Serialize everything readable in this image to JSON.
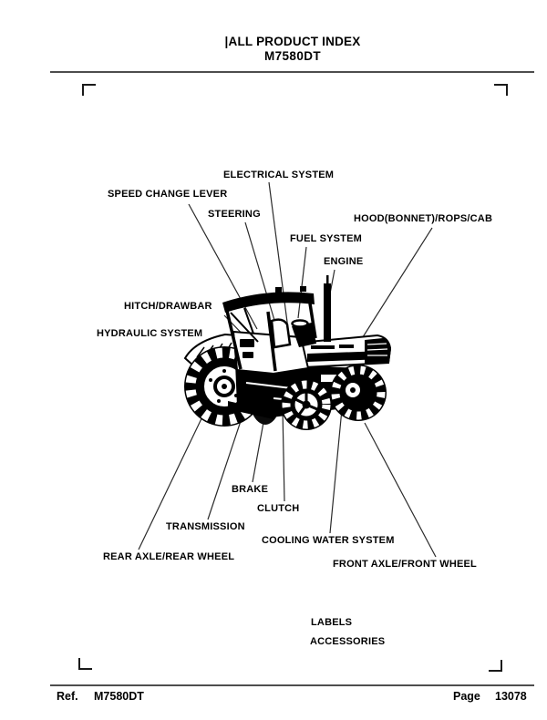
{
  "page": {
    "background": "#ffffff",
    "ink": "#000000",
    "rule_color": "#4d4d4d"
  },
  "header": {
    "title": "|ALL PRODUCT INDEX",
    "model": "M7580DT"
  },
  "diagram": {
    "callouts": [
      {
        "id": "electrical-system",
        "label": "ELECTRICAL SYSTEM"
      },
      {
        "id": "speed-change-lever",
        "label": "SPEED CHANGE LEVER"
      },
      {
        "id": "steering",
        "label": "STEERING"
      },
      {
        "id": "fuel-system",
        "label": "FUEL SYSTEM"
      },
      {
        "id": "engine",
        "label": "ENGINE"
      },
      {
        "id": "hood-bonnet-rops-cab",
        "label": "HOOD(BONNET)/ROPS/CAB"
      },
      {
        "id": "hitch-drawbar",
        "label": "HITCH/DRAWBAR"
      },
      {
        "id": "hydraulic-system",
        "label": "HYDRAULIC SYSTEM"
      },
      {
        "id": "brake",
        "label": "BRAKE"
      },
      {
        "id": "clutch",
        "label": "CLUTCH"
      },
      {
        "id": "transmission",
        "label": "TRANSMISSION"
      },
      {
        "id": "cooling-water-system",
        "label": "COOLING WATER SYSTEM"
      },
      {
        "id": "rear-axle-rear-wheel",
        "label": "REAR AXLE/REAR WHEEL"
      },
      {
        "id": "front-axle-front-wheel",
        "label": "FRONT AXLE/FRONT WHEEL"
      },
      {
        "id": "labels",
        "label": "LABELS"
      },
      {
        "id": "accessories",
        "label": "ACCESSORIES"
      }
    ]
  },
  "footer": {
    "ref_label": "Ref.",
    "ref_value": "M7580DT",
    "page_label": "Page",
    "page_value": "13078"
  }
}
